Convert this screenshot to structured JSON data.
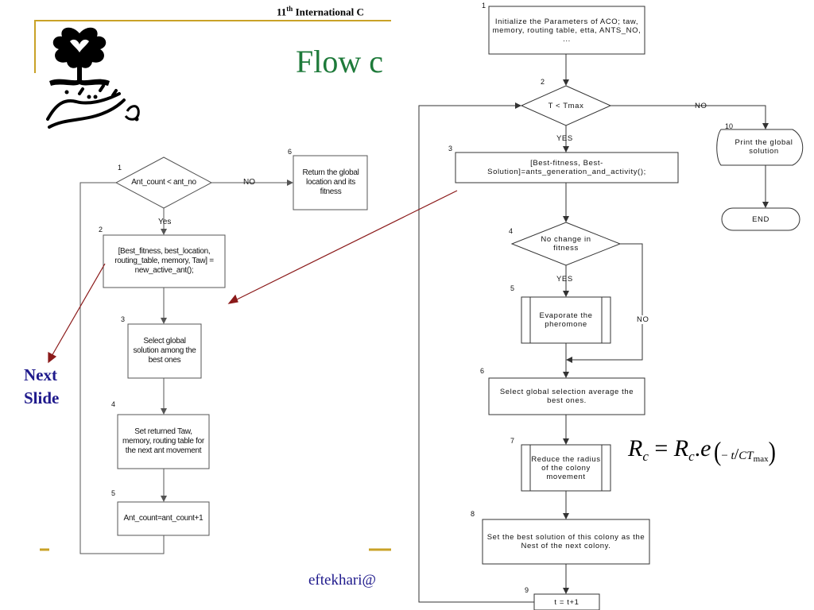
{
  "slide": {
    "header_prefix": "11",
    "header_sup": "th",
    "header_rest": " International C",
    "title": "Flow c",
    "next_line1": "Next",
    "next_line2": "Slide",
    "email": "eftekhari@"
  },
  "left_flow": {
    "n1": "1",
    "d1": "Ant_count < ant_no",
    "no": "NO",
    "n6": "6",
    "b6": "Return the global location and its fitness",
    "yes": "Yes",
    "n2": "2",
    "b2": "[Best_fitness, best_location, routing_table, memory, Taw] = new_active_ant();",
    "n3": "3",
    "b3": "Select global solution among the best ones",
    "n4": "4",
    "b4": "Set returned Taw, memory, routing table for the next ant movement",
    "n5": "5",
    "b5": "Ant_count=ant_count+1"
  },
  "right_flow": {
    "n1": "1",
    "b1": "Initialize the Parameters of ACO; taw, memory, routing table, etta, ANTS_NO, ...",
    "n2": "2",
    "d2": "T < Tmax",
    "no1": "NO",
    "n10": "10",
    "b10": "Print the global solution",
    "end": "END",
    "yes1": "YES",
    "n3": "3",
    "b3": "[Best-fitness, Best-Solution]=ants_generation_and_activity();",
    "n4": "4",
    "d4": "No change in fitness",
    "yes2": "YES",
    "n5": "5",
    "b5": "Evaporate the pheromone",
    "no2": "NO",
    "n6": "6",
    "b6": "Select global selection average the best ones.",
    "n7": "7",
    "b7": "Reduce the radius of the colony movement",
    "n8": "8",
    "b8": "Set the best solution of this colony as the Nest of the next colony.",
    "n9": "9",
    "b9": "t = t+1"
  },
  "equation": {
    "lhs": "R",
    "lhs_sub": "c",
    "eq": "=",
    "rhs": "R",
    "rhs_sub": "c",
    "base": "e",
    "exp_sign": "−",
    "exp_num": "t",
    "exp_slash": "/",
    "exp_den": "CT",
    "exp_den_sub": "max"
  },
  "colors": {
    "title": "#1e7a3a",
    "accent_line": "#c9a227",
    "arrow": "#8b1a1a",
    "next_slide": "#1f1a8c"
  }
}
